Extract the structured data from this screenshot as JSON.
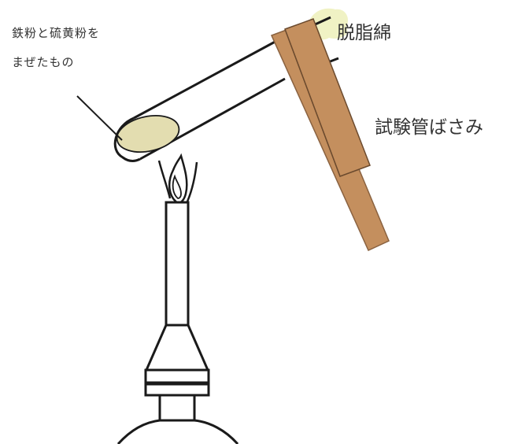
{
  "labels": {
    "mixture_line1": "鉄粉と硫黄粉を",
    "mixture_line2": "まぜたもの",
    "cotton": "脱脂綿",
    "holder": "試験管ばさみ"
  },
  "colors": {
    "stroke": "#1a1a1a",
    "wood": "#c48f5e",
    "powder": "#e3ddb0",
    "cotton": "#f0f2c4",
    "text": "#333333"
  }
}
